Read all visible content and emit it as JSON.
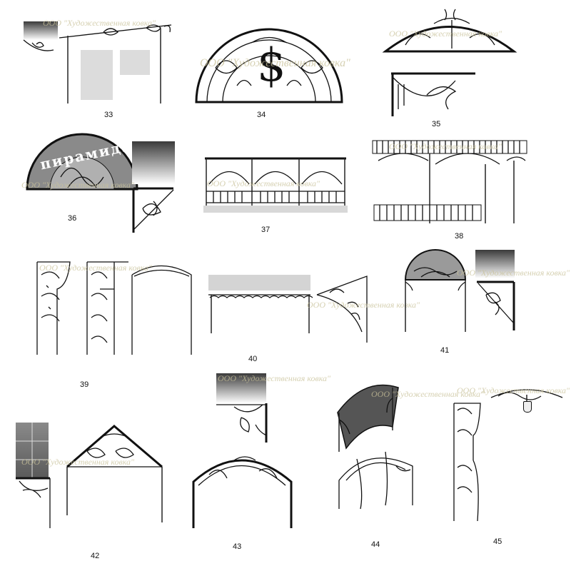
{
  "catalog": {
    "items": [
      {
        "number": "33"
      },
      {
        "number": "34"
      },
      {
        "number": "35"
      },
      {
        "number": "36"
      },
      {
        "number": "37"
      },
      {
        "number": "38"
      },
      {
        "number": "39"
      },
      {
        "number": "40"
      },
      {
        "number": "41"
      },
      {
        "number": "42"
      },
      {
        "number": "43"
      },
      {
        "number": "44"
      },
      {
        "number": "45"
      }
    ]
  },
  "sign_text": "пирамида",
  "watermark": "ООО \"Художественная ковка\"",
  "colors": {
    "ink": "#111111",
    "watermark": "#c9c29a",
    "canopy_dark": "#3a3a3a"
  },
  "icons": [
    "dollar-sign-icon",
    "lantern-icon"
  ]
}
